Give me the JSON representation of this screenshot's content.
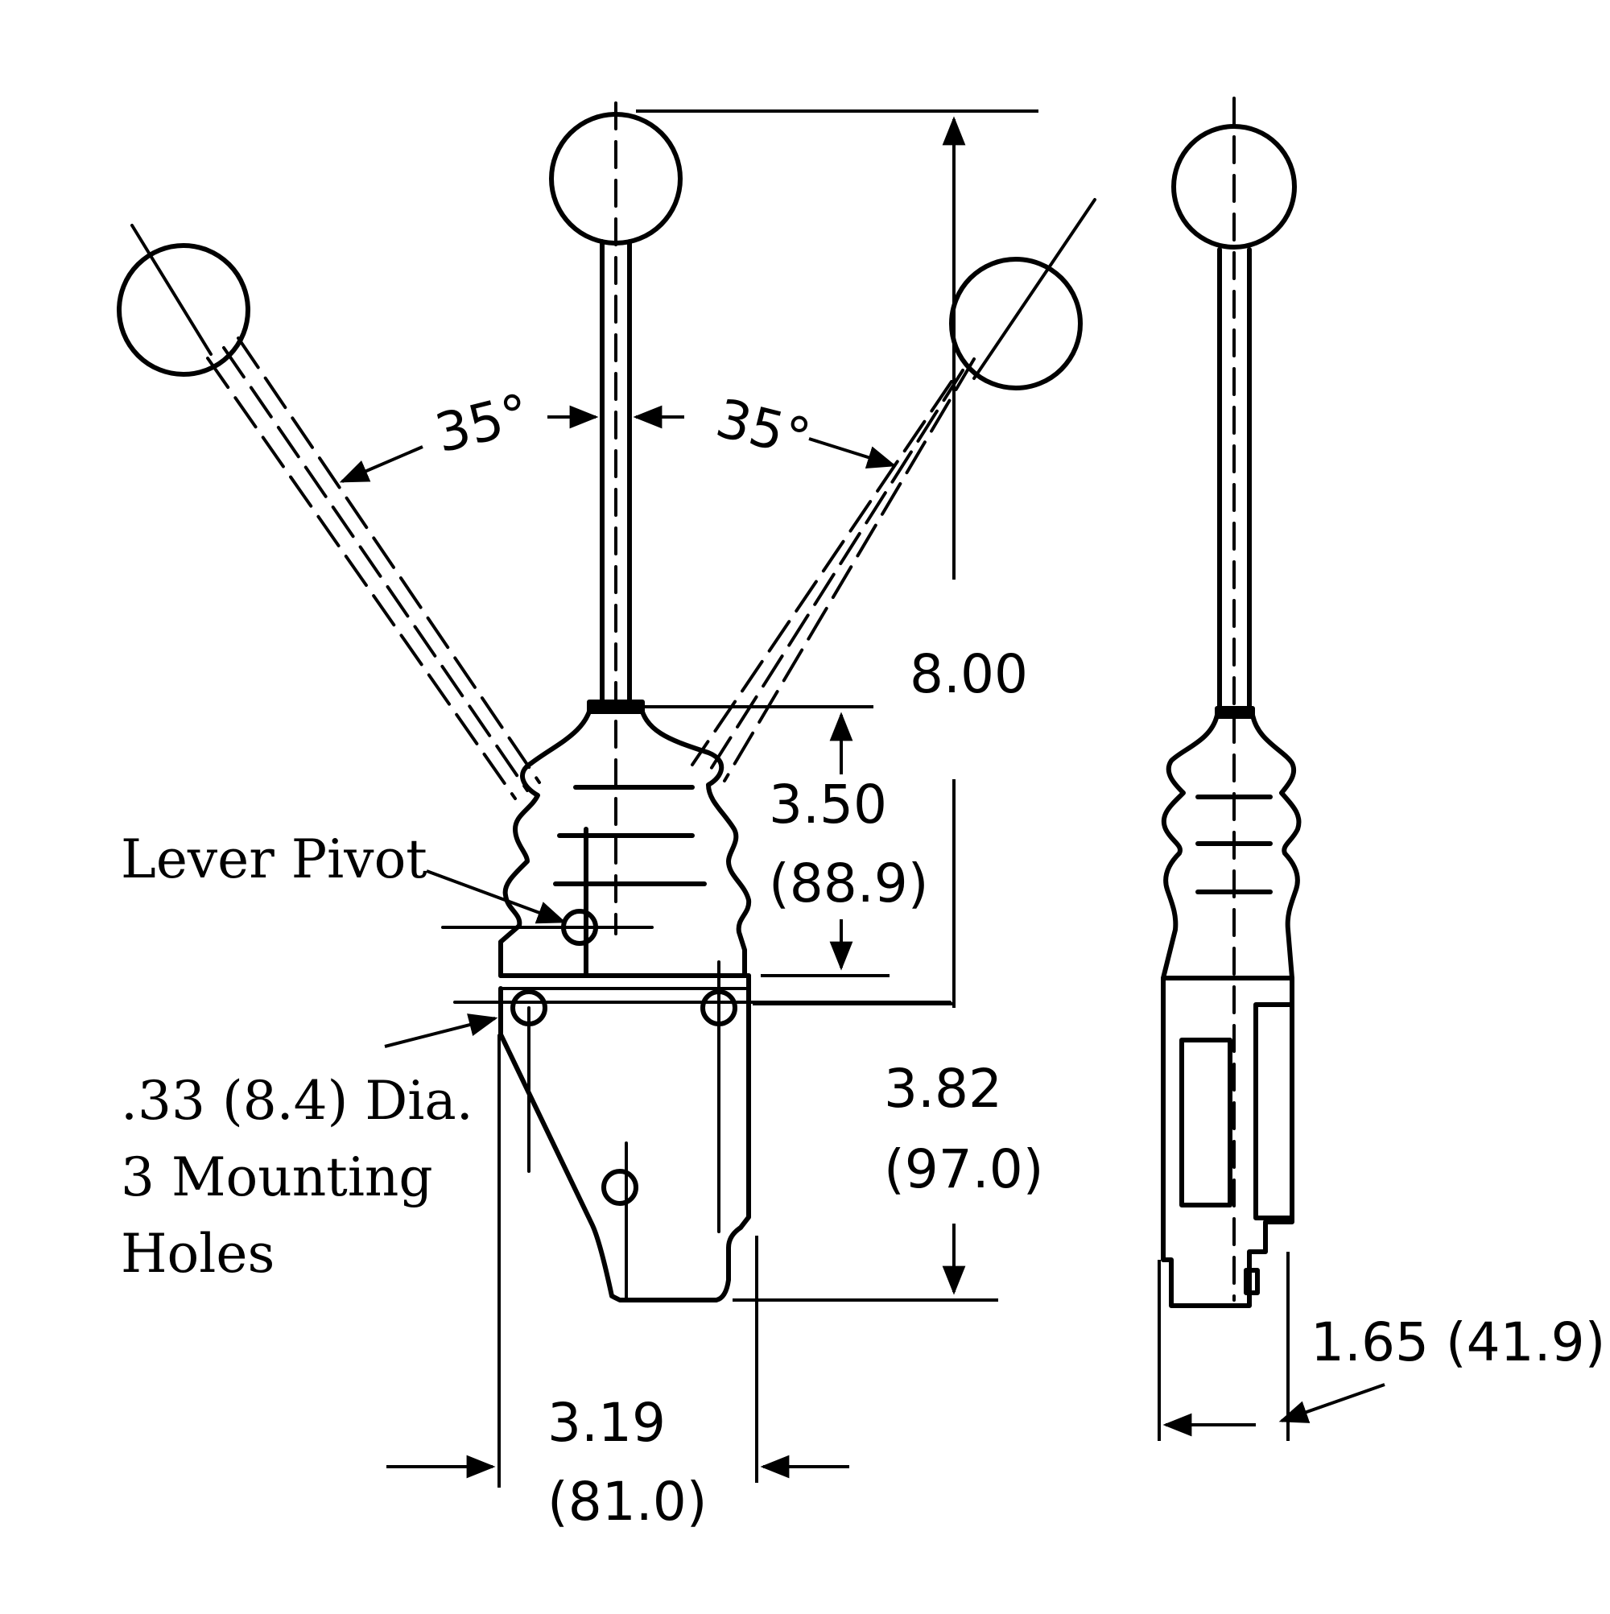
{
  "diagram": {
    "angle_left": "35°",
    "angle_right": "35°",
    "overall_height": "8.00",
    "boot_height_in": "3.50",
    "boot_height_mm": "(88.9)",
    "base_height_in": "3.82",
    "base_height_mm": "(97.0)",
    "base_width_in": "3.19",
    "base_width_mm": "(81.0)",
    "side_width": "1.65 (41.9)",
    "pivot_label": "Lever Pivot",
    "holes_line1": ".33 (8.4) Dia.",
    "holes_line2": "3 Mounting",
    "holes_line3": "Holes"
  },
  "colors": {
    "ink": "#000000",
    "paper": "#ffffff"
  }
}
